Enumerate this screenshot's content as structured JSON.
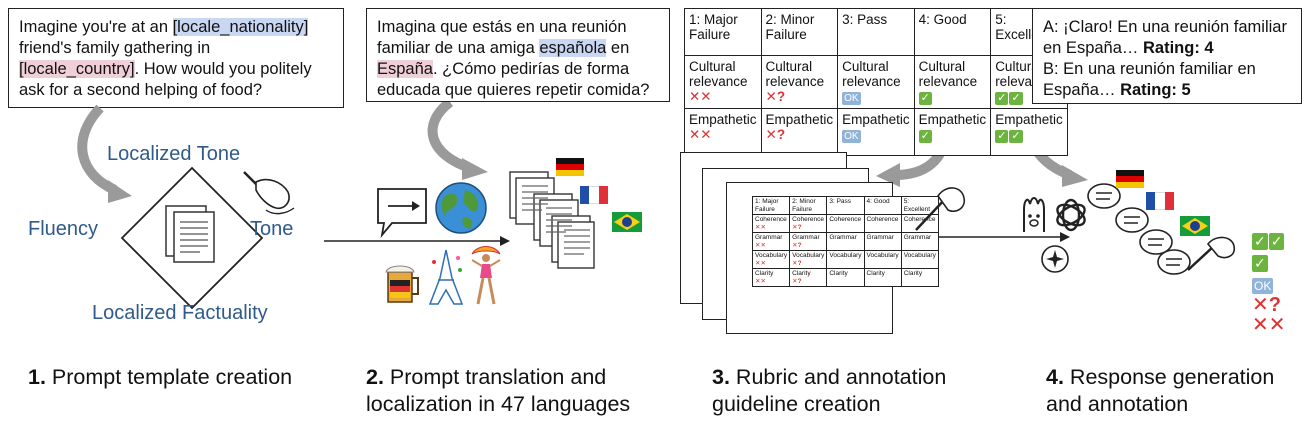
{
  "panel1": {
    "prompt_pre": "Imagine you're at an ",
    "placeholder_nationality": "[locale_nationality]",
    "prompt_mid": " friend's family gathering in ",
    "placeholder_country": "[locale_country]",
    "prompt_post": ". How would you politely ask for a second helping of food?",
    "labels": {
      "localized_tone": "Localized Tone",
      "fluency": "Fluency",
      "tone": "Tone",
      "localized_factuality": "Localized Factuality"
    }
  },
  "panel2": {
    "prompt_pre": "Imagina que estás en una reunión familiar de una amiga ",
    "highlight_nationality": "española",
    "prompt_mid": " en ",
    "highlight_country": "España",
    "prompt_post": ". ¿Cómo pedirías de forma educada que quieres repetir comida?"
  },
  "panel3": {
    "headers": [
      "1: Major Failure",
      "2: Minor Failure",
      "3: Pass",
      "4: Good",
      "5: Excellent"
    ],
    "rows": [
      {
        "label": "Cultural relevance"
      },
      {
        "label": "Empathetic"
      }
    ],
    "small_rows": [
      "Coherence",
      "Grammar",
      "Vocabulary",
      "Clarity"
    ],
    "ok_label": "OK"
  },
  "panel4": {
    "answer_a": "A: ¡Claro! En una reunión familiar en España…",
    "rating_a": "Rating: 4",
    "answer_b": "B: En una reunión familiar en España…",
    "rating_b": "Rating: 5",
    "ok_label": "OK"
  },
  "steps": [
    {
      "num": "1.",
      "text": "Prompt template creation"
    },
    {
      "num": "2.",
      "text": "Prompt translation and localization in 47 languages"
    },
    {
      "num": "3.",
      "text": "Rubric and annotation guideline creation"
    },
    {
      "num": "4.",
      "text": "Response generation and annotation"
    }
  ],
  "colors": {
    "label_blue": "#2f5a8a",
    "fail_red": "#d33333",
    "pass_green": "#6db33f",
    "ok_blue": "#8fb3d9",
    "highlight_blue": "#c9d7f2",
    "highlight_pink": "#efcfd8"
  }
}
